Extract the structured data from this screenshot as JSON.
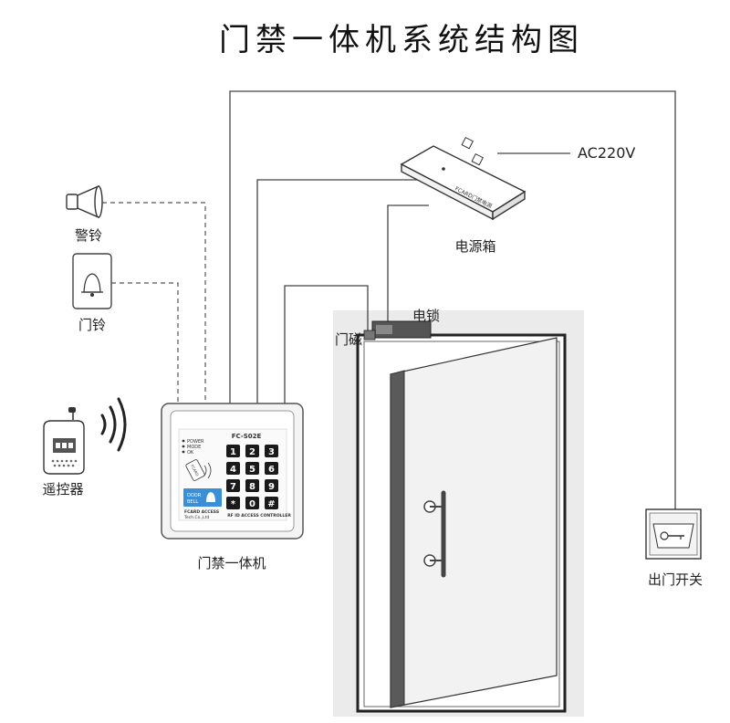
{
  "title": "门禁一体机系统结构图",
  "labels": {
    "alarm": "警铃",
    "doorbell": "门铃",
    "remote": "遥控器",
    "controller": "门禁一体机",
    "power_box": "电源箱",
    "ac_input": "AC220V",
    "electric_lock": "电锁",
    "door_magnet": "门磁",
    "exit_switch": "出门开关"
  },
  "power_box_brand": "FCARD门禁电源",
  "keypad": {
    "model": "FC-S02E",
    "indicators": [
      "POWER",
      "MODE",
      "OK"
    ],
    "keys": [
      "1",
      "2",
      "3",
      "4",
      "5",
      "6",
      "7",
      "8",
      "9",
      "*",
      "0",
      "#"
    ],
    "card_text": "FCARD",
    "doorbell_button": [
      "DOOR",
      "BELL"
    ],
    "brand_line1": "FCARD ACCESS",
    "brand_line2": "Tech.Co.,Ltd",
    "footer": "RF ID ACCESS CONTROLLER"
  },
  "colors": {
    "wire": "#444444",
    "door_frame": "#e8e8e8",
    "door_edge": "#555555",
    "keypad_key": "#1a1a1a",
    "doorbell_button": "#3a8fd6"
  }
}
